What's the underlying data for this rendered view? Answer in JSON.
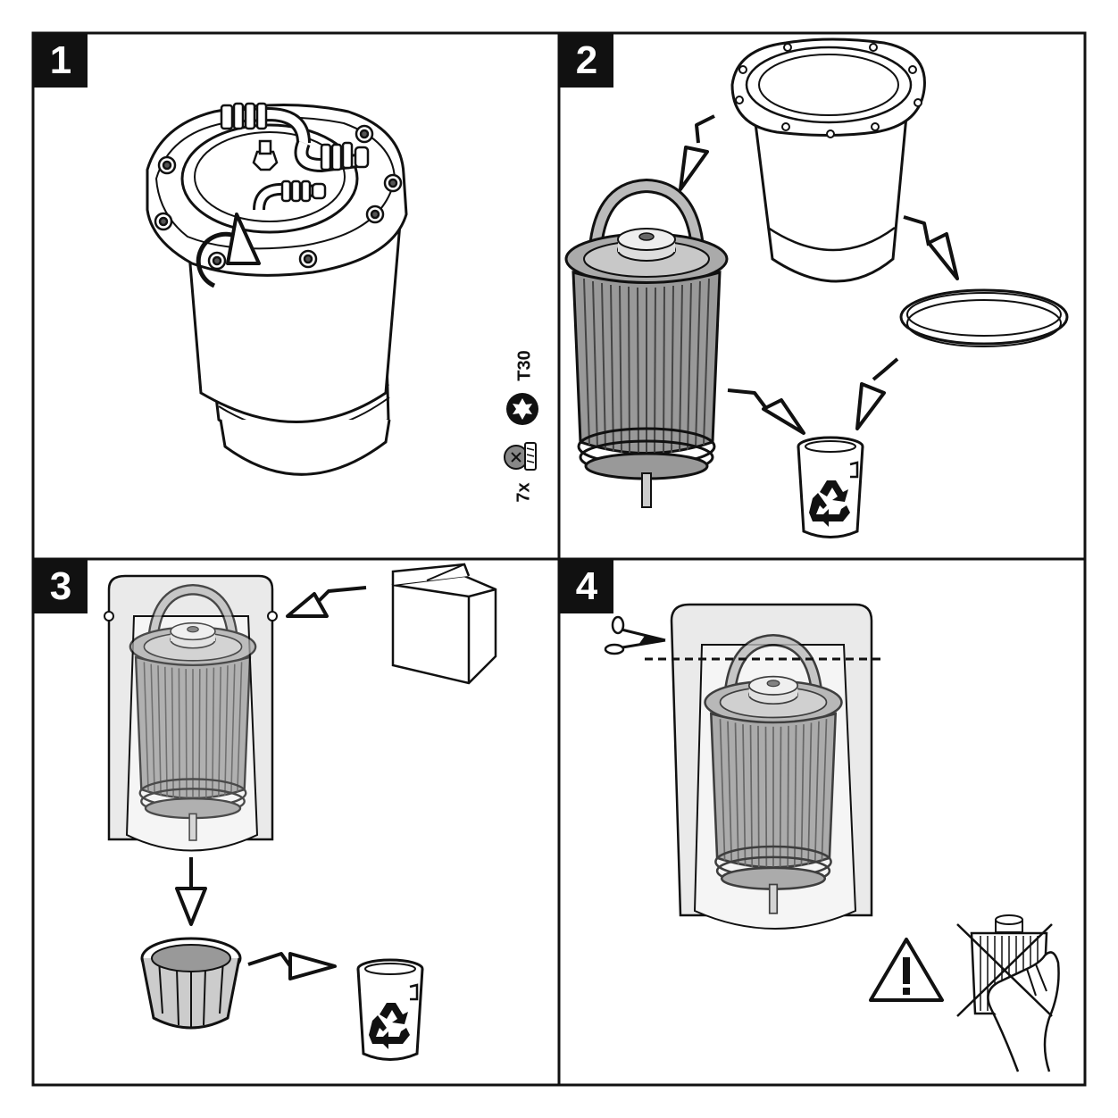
{
  "steps": [
    {
      "number": "1"
    },
    {
      "number": "2"
    },
    {
      "number": "3"
    },
    {
      "number": "4"
    }
  ],
  "tool": {
    "bit_label": "T30",
    "count_label": "7x"
  },
  "icons": {
    "recycle": "recycle-bin-icon",
    "warning": "warning-triangle-icon",
    "scissors": "scissors-icon",
    "torx": "torx-icon"
  }
}
